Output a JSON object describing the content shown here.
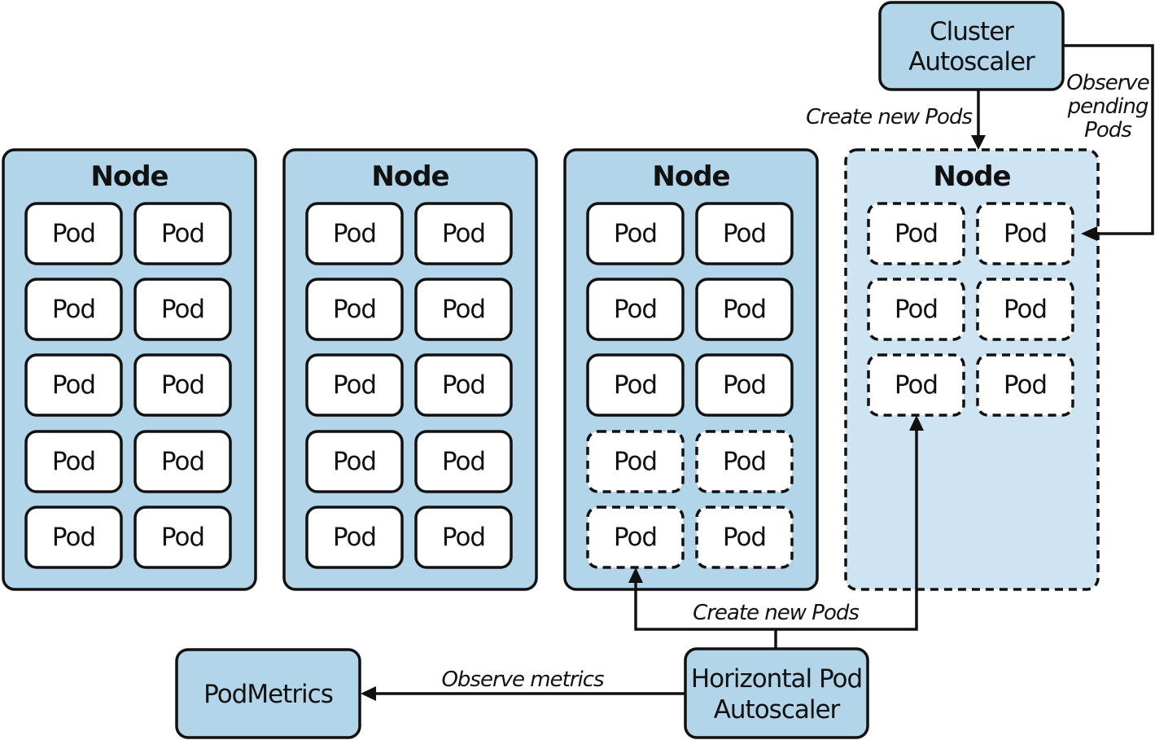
{
  "nodes": [
    {
      "title": "Node",
      "pods": [
        "Pod",
        "Pod",
        "Pod",
        "Pod",
        "Pod",
        "Pod",
        "Pod",
        "Pod",
        "Pod",
        "Pod"
      ],
      "pending": [
        false,
        false,
        false,
        false,
        false,
        false,
        false,
        false,
        false,
        false
      ],
      "dashed": false
    },
    {
      "title": "Node",
      "pods": [
        "Pod",
        "Pod",
        "Pod",
        "Pod",
        "Pod",
        "Pod",
        "Pod",
        "Pod",
        "Pod",
        "Pod"
      ],
      "pending": [
        false,
        false,
        false,
        false,
        false,
        false,
        false,
        false,
        false,
        false
      ],
      "dashed": false
    },
    {
      "title": "Node",
      "pods": [
        "Pod",
        "Pod",
        "Pod",
        "Pod",
        "Pod",
        "Pod",
        "Pod",
        "Pod",
        "Pod",
        "Pod"
      ],
      "pending": [
        false,
        false,
        false,
        false,
        false,
        false,
        true,
        true,
        true,
        true
      ],
      "dashed": false
    },
    {
      "title": "Node",
      "pods": [
        "Pod",
        "Pod",
        "Pod",
        "Pod",
        "Pod",
        "Pod"
      ],
      "pending": [
        true,
        true,
        true,
        true,
        true,
        true
      ],
      "dashed": true
    }
  ],
  "cluster_autoscaler": {
    "lines": [
      "Cluster",
      "Autoscaler"
    ]
  },
  "hpa": {
    "lines": [
      "Horizontal Pod",
      "Autoscaler"
    ]
  },
  "pod_metrics": {
    "label": "PodMetrics"
  },
  "edges": {
    "ca_create": "Create new Pods",
    "ca_observe": [
      "Observe",
      "pending",
      "Pods"
    ],
    "hpa_create": "Create new Pods",
    "hpa_observe": "Observe metrics"
  },
  "colors": {
    "box_fill": "#b3d5ea",
    "new_node_fill": "#cfe4f3",
    "stroke": "#111111"
  }
}
